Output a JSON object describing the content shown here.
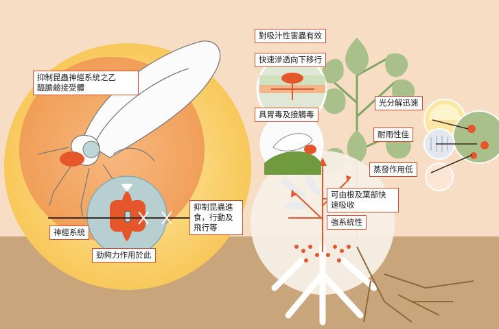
{
  "labels": {
    "inhibit_receptor_line1": "抑制昆蟲神經系統之乙",
    "inhibit_receptor_line2": "醯膽鹼接受體",
    "nervous_system": "神經系統",
    "site_of_action": "勁夠力作用於此",
    "inhibit_feeding_line1": "抑制昆蟲進",
    "inhibit_feeding_line2": "食，行動及",
    "inhibit_feeding_line3": "飛行等",
    "sucking_pests": "對吸汁性害蟲有效",
    "fast_penetration": "快速滲透向下移行",
    "stomach_contact": "具胃毒及接觸毒",
    "photolysis": "光分解迅速",
    "rainfastness": "耐雨性佳",
    "low_volatility": "蒸發作用低",
    "root_leaf_line1": "可由根及葉部快",
    "root_leaf_line2": "速吸收",
    "systemic": "強系統性"
  },
  "colors": {
    "background": "#f6ddc4",
    "soil": "#c9a57c",
    "accent_orange": "#e5562b",
    "label_border": "#d8482b",
    "leaf_green": "#a9c08a",
    "root_brown": "#8a6a3a"
  }
}
